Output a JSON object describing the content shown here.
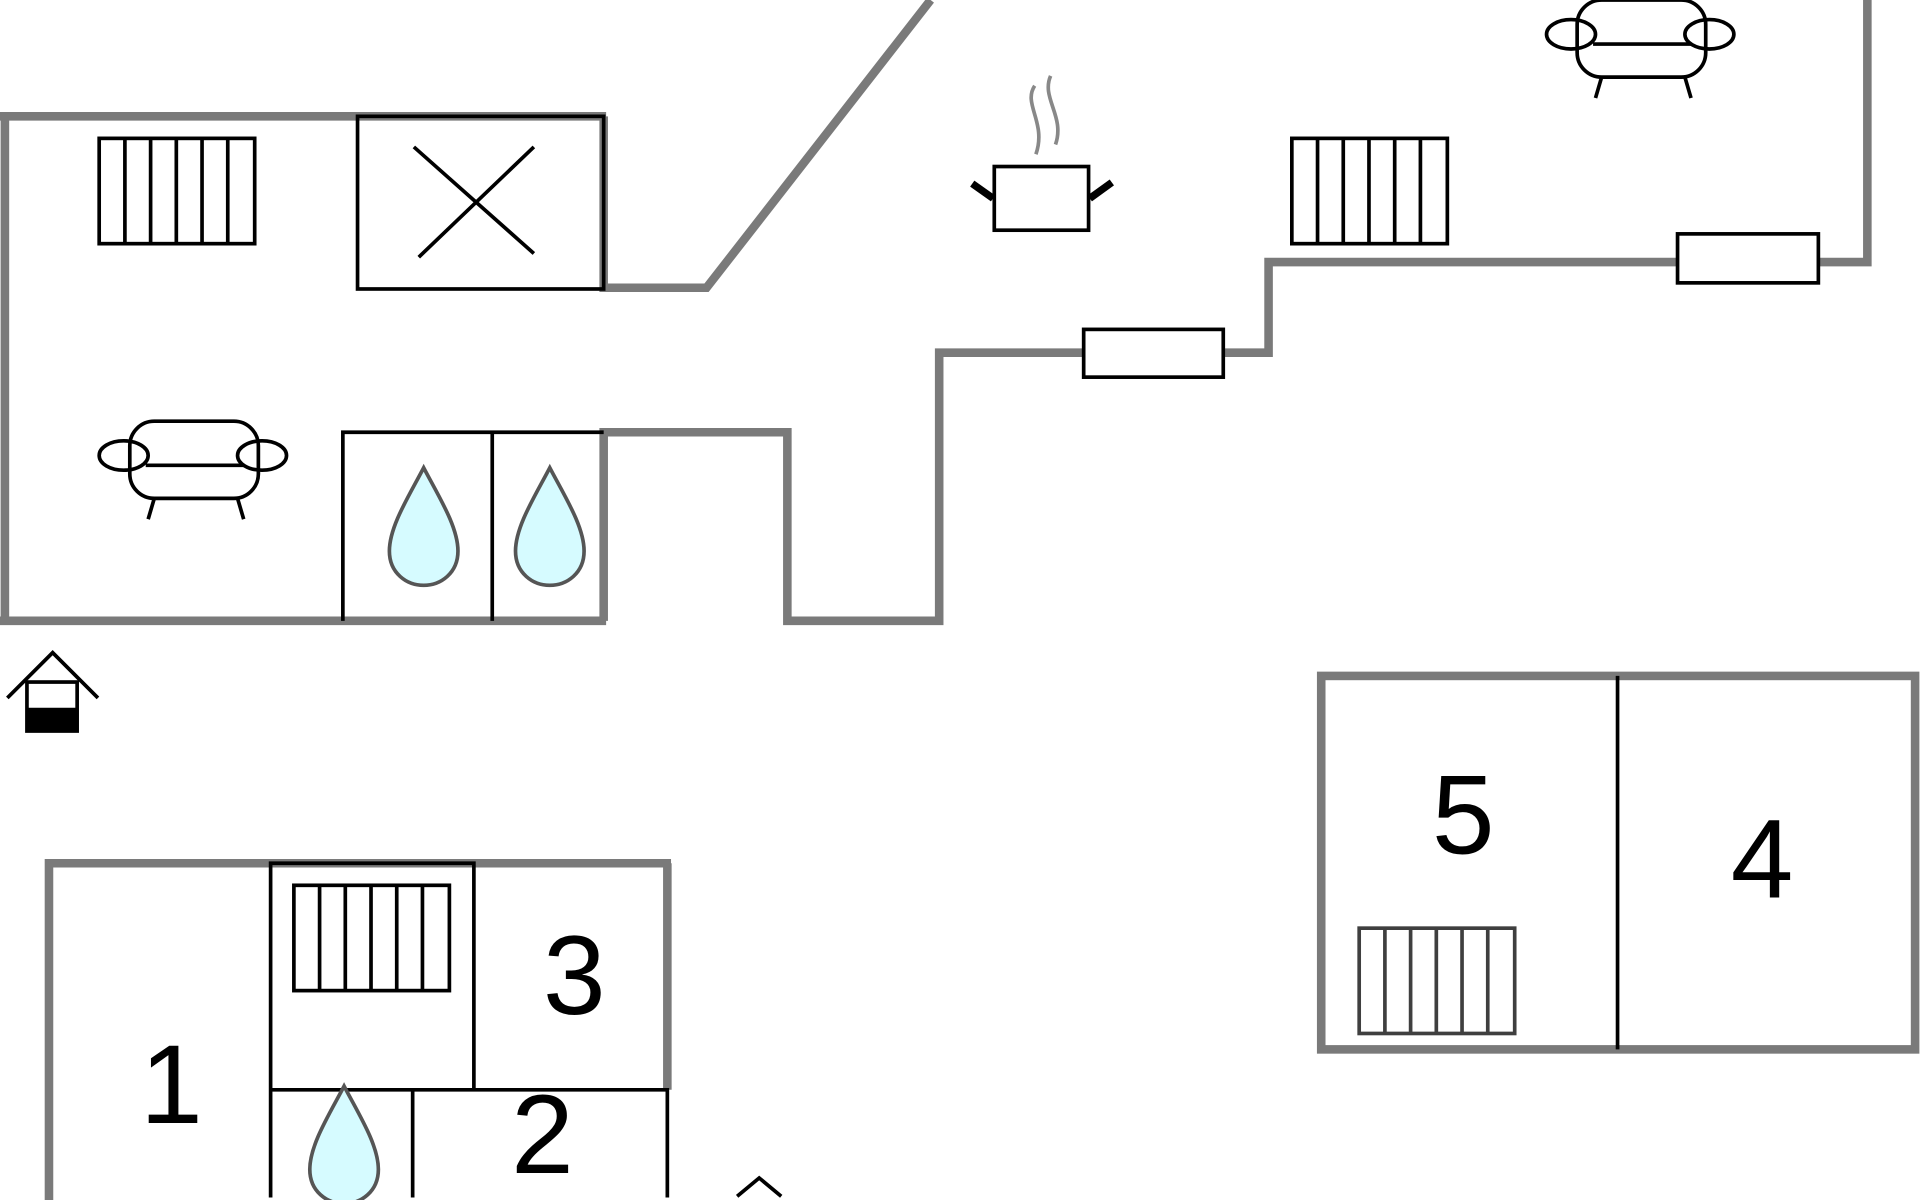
{
  "rooms": [
    {
      "label": "1"
    },
    {
      "label": "2"
    },
    {
      "label": "3"
    },
    {
      "label": "4"
    },
    {
      "label": "5"
    }
  ],
  "colors": {
    "wall": "#7a7a7a",
    "water": "#d6fbff",
    "line": "#000000"
  },
  "icons": [
    "radiator-icon",
    "sofa-icon",
    "shower-icon",
    "cooking-pot-icon",
    "entrance-icon",
    "window-icon",
    "stairs-icon"
  ]
}
